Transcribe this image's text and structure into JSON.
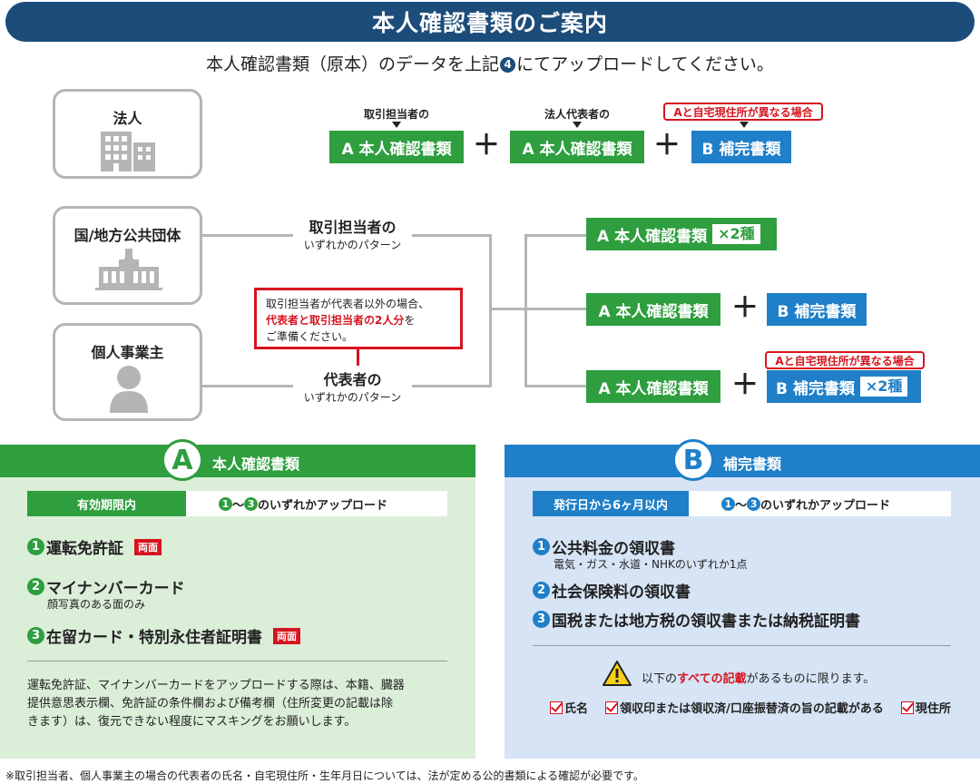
{
  "title": "本人確認書類のご案内",
  "subtitle": {
    "before": "本人確認書類（原本）のデータを上記",
    "step_num": "4",
    "after": "にてアップロードしてください。"
  },
  "entities": {
    "corp": "法人",
    "gov": "国/地方公共団体",
    "sole": "個人事業主"
  },
  "corp_row": {
    "label1": "取引担当者の",
    "label2": "法人代表者の",
    "tag": "Aと自宅現住所が異なる場合",
    "chip_a": "A 本人確認書類",
    "chip_b": "B 補完書類",
    "plus": "＋"
  },
  "patterns": {
    "handler_title": "取引担当者の",
    "handler_sub": "いずれかのパターン",
    "rep_title": "代表者の",
    "rep_sub": "いずれかのパターン",
    "callout_line1": "取引担当者が代表者以外の場合、",
    "callout_red": "代表者と取引担当者の2人分",
    "callout_line2_after": "を",
    "callout_line3": "ご準備ください。"
  },
  "right_rows": {
    "r1_chip_a": "A 本人確認書類",
    "r1_inner": "×2種",
    "r2_chip_a": "A 本人確認書類",
    "r2_chip_b": "B 補完書類",
    "r3_tag": "Aと自宅現住所が異なる場合",
    "r3_chip_a": "A 本人確認書類",
    "r3_chip_b": "B 補完書類",
    "r3_inner": "×2種",
    "plus": "＋"
  },
  "panel_a": {
    "letter": "A",
    "title": "本人確認書類",
    "cond_left": "有効期限内",
    "cond_right_n1": "1",
    "cond_right_sep": "～",
    "cond_right_n3": "3",
    "cond_right_text": "のいずれかアップロード",
    "items": [
      {
        "num": "1",
        "label": "運転免許証",
        "badge": "両面"
      },
      {
        "num": "2",
        "label": "マイナンバーカード",
        "sub": "顔写真のある面のみ"
      },
      {
        "num": "3",
        "label": "在留カード・特別永住者証明書",
        "badge": "両面"
      }
    ],
    "note": [
      "運転免許証、マイナンバーカードをアップロードする際は、本籍、臓器",
      "提供意思表示欄、免許証の条件欄および備考欄（住所変更の記載は除",
      "きます）は、復元できない程度にマスキングをお願いします。"
    ]
  },
  "panel_b": {
    "letter": "B",
    "title": "補完書類",
    "cond_left": "発行日から6ヶ月以内",
    "cond_right_n1": "1",
    "cond_right_sep": "～",
    "cond_right_n3": "3",
    "cond_right_text": "のいずれかアップロード",
    "items": [
      {
        "num": "1",
        "label": "公共料金の領収書",
        "sub": "電気・ガス・水道・NHKのいずれか1点"
      },
      {
        "num": "2",
        "label": "社会保険料の領収書"
      },
      {
        "num": "3",
        "label": "国税または地方税の領収書または納税証明書"
      }
    ],
    "warn_before": "以下の",
    "warn_red": "すべての記載",
    "warn_after": "があるものに限ります。",
    "checks": [
      "氏名",
      "領収印または領収済/口座振替済の旨の記載がある",
      "現住所"
    ]
  },
  "footnote": "※取引担当者、個人事業主の場合の代表者の氏名・自宅現住所・生年月日については、法が定める公的書類による確認が必要です。",
  "colors": {
    "navy": "#1c4c7a",
    "green": "#2e9e3f",
    "blue": "#1f7fc8",
    "red": "#d6141f"
  }
}
